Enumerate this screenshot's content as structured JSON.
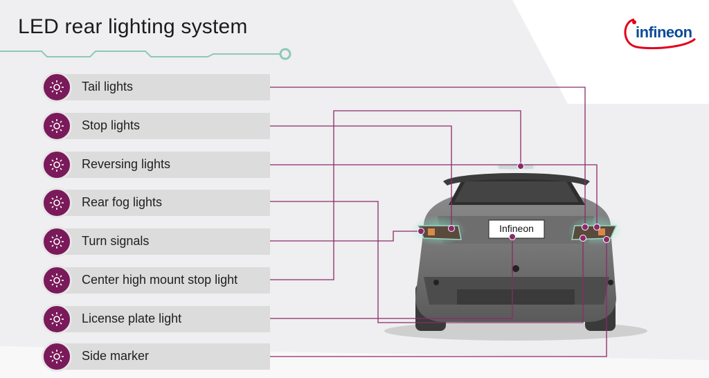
{
  "title": "LED rear lighting system",
  "brand": "infineon",
  "plate_text": "Infineon",
  "colors": {
    "accent": "#7a1a5a",
    "line": "#8a2a6a",
    "bar": "#dcdcdc",
    "circuit": "#8cc9b4"
  },
  "items": [
    {
      "label": "Tail lights",
      "icon": "light-bulb-icon"
    },
    {
      "label": "Stop lights",
      "icon": "light-bulb-icon"
    },
    {
      "label": "Reversing lights",
      "icon": "light-bulb-icon"
    },
    {
      "label": "Rear fog lights",
      "icon": "light-bulb-icon"
    },
    {
      "label": "Turn signals",
      "icon": "light-bulb-icon"
    },
    {
      "label": "Center high mount stop light",
      "icon": "light-bulb-icon"
    },
    {
      "label": "License plate light",
      "icon": "light-bulb-icon"
    },
    {
      "label": "Side marker",
      "icon": "light-bulb-icon"
    }
  ]
}
